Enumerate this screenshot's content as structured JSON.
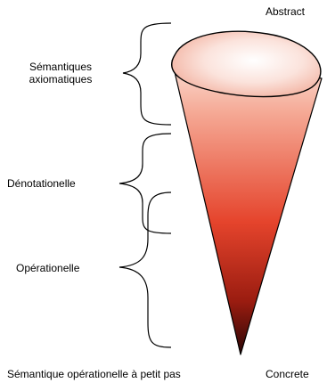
{
  "labels": {
    "abstract": "Abstract",
    "concrete": "Concrete",
    "axiomatic": "Sémantiques\naxiomatiques",
    "denotational": "Dénotationelle",
    "operational": "Opérationelle",
    "small_step": "Sémantique opérationelle à petit pas"
  },
  "colors": {
    "cone_top": "#f9d6c8",
    "cone_mid": "#e6462d",
    "cone_bottom": "#2b0606",
    "outline": "#000000",
    "background": "#ffffff"
  }
}
